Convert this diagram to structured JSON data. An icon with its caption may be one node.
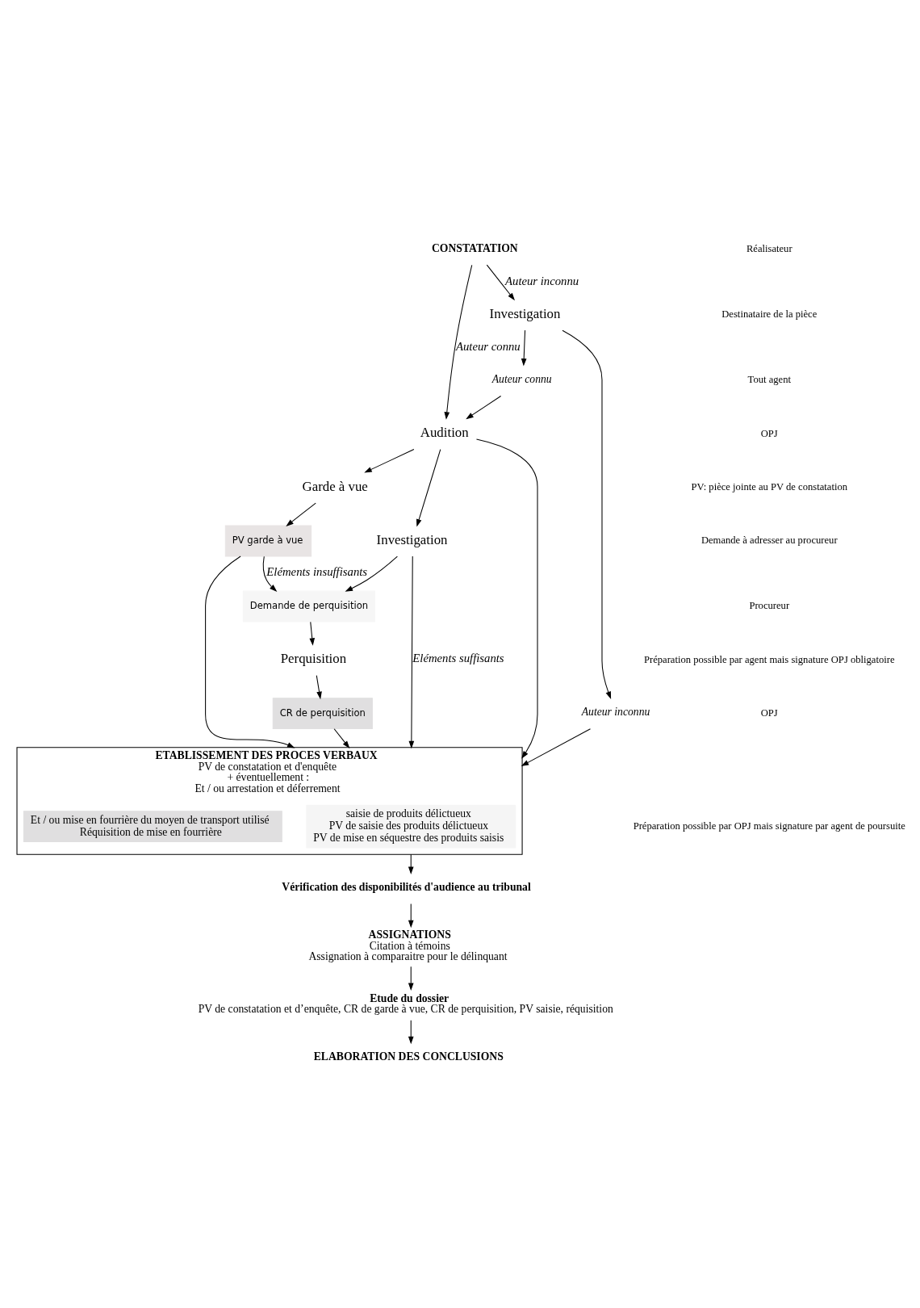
{
  "diagram": {
    "nodes": [
      {
        "text": [
          "CONSTATATION"
        ]
      },
      {
        "text": [
          "Audition"
        ]
      },
      {
        "text": [
          "Investigation"
        ]
      },
      {
        "text": [
          "Auteur connu"
        ]
      },
      {
        "text": [
          "Auteur inconnu"
        ]
      },
      {
        "text": [
          "Investigation"
        ]
      },
      {
        "text": [
          "Garde à vue"
        ]
      },
      {
        "text": [
          "PV garde à vue"
        ]
      },
      {
        "text": [
          "Demande de perquisition"
        ]
      },
      {
        "text": [
          "Perquisition"
        ]
      },
      {
        "text": [
          "CR de perquisition"
        ]
      },
      {
        "text": [
          "ETABLISSEMENT DES PROCES VERBAUX",
          "PV de constatation et d'enquête",
          "+ éventuellement :",
          "Et / ou arrestation et déferrement"
        ]
      },
      {
        "text": [
          "saisie de produits délictueux",
          "PV de saisie des produits délictueux",
          "PV de mise en séquestre des produits saisis"
        ],
        "in": 11
      },
      {
        "text": [
          "Et / ou mise en fourrière du moyen de transport utilisé",
          "Réquisition de mise en fourrière"
        ],
        "in": 11
      },
      {
        "text": [
          "Vérification des disponibilités d'audience au tribunal"
        ]
      },
      {
        "text": [
          "ASSIGNATIONS",
          "Citation à témoins",
          "Assignation à comparaitre pour le délinquant"
        ]
      },
      {
        "text": [
          "Etude du dossier",
          "PV de constatation et d’enquête, CR de garde à vue, CR de perquisition, PV saisie, réquisition"
        ]
      },
      {
        "text": [
          "ELABORATION DES CONCLUSIONS"
        ]
      }
    ],
    "edges": [
      {
        "from": 0,
        "to": 1,
        "arrow": "to",
        "label": "Auteur connu"
      },
      {
        "from": 0,
        "to": 2,
        "arrow": "to",
        "label": "Auteur inconnu"
      },
      {
        "from": 2,
        "to": 3,
        "arrow": "to"
      },
      {
        "from": 2,
        "to": 4,
        "arrow": "to"
      },
      {
        "from": 3,
        "to": 1,
        "arrow": "to"
      },
      {
        "from": 1,
        "to": 5,
        "arrow": "to"
      },
      {
        "from": 1,
        "to": 6,
        "arrow": "to"
      },
      {
        "from": 1,
        "to": 11,
        "arrow": "to"
      },
      {
        "from": 6,
        "to": 7,
        "arrow": "to"
      },
      {
        "from": 5,
        "to": 11,
        "arrow": "to",
        "label": "Eléments suffisants"
      },
      {
        "from": 7,
        "to": 11,
        "arrow": "to"
      },
      {
        "from": 5,
        "to": 8,
        "arrow": "to"
      },
      {
        "from": 7,
        "to": 8,
        "arrow": "to",
        "label": "Eléments insuffisants"
      },
      {
        "from": 8,
        "to": 9,
        "arrow": "to"
      },
      {
        "from": 9,
        "to": 10,
        "arrow": "to"
      },
      {
        "from": 10,
        "to": 11,
        "arrow": "to"
      },
      {
        "from": 4,
        "to": 11,
        "arrow": "to"
      },
      {
        "from": 11,
        "to": 14,
        "arrow": "to"
      },
      {
        "from": 14,
        "to": 15,
        "arrow": "to"
      },
      {
        "from": 15,
        "to": 16,
        "arrow": "to"
      },
      {
        "from": 16,
        "to": 17,
        "arrow": "to"
      }
    ],
    "labels": [
      "Réalisateur",
      "Destinataire de la pièce",
      "Tout agent",
      "OPJ",
      "PV: pièce jointe au PV de constatation",
      "Demande à adresser au procureur",
      "Procureur",
      "Préparation possible par agent mais signature OPJ obligatoire",
      "OPJ",
      "Préparation possible par OPJ mais signature par agent de poursuite"
    ]
  }
}
